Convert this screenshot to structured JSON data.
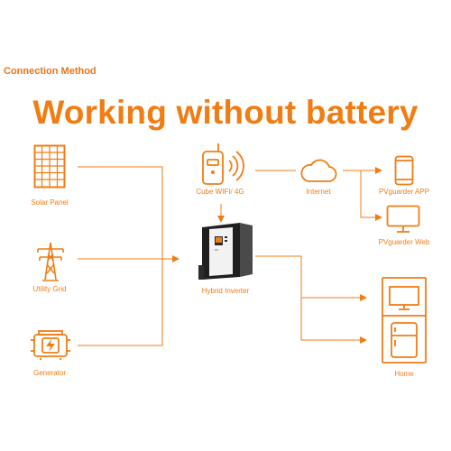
{
  "section_title": "Connection Method",
  "headline": "Working without battery",
  "colors": {
    "accent": "#f07d14",
    "device_dark": "#2b2b2b",
    "line": "#f07d14"
  },
  "nodes": {
    "solar_panel": {
      "label": "Solar Panel",
      "icon": "solar-panel-icon"
    },
    "utility_grid": {
      "label": "Utility Grid",
      "icon": "power-tower-icon"
    },
    "generator": {
      "label": "Generator",
      "icon": "generator-icon"
    },
    "cube_wifi": {
      "label": "Cube WIFI/  4G",
      "icon": "wifi-cube-icon"
    },
    "internet": {
      "label": "Internet",
      "icon": "cloud-icon"
    },
    "pvguarder_app": {
      "label": "PVguarder  APP",
      "icon": "smartphone-icon"
    },
    "pvguarder_web": {
      "label": "PVguarder  Web",
      "icon": "monitor-icon"
    },
    "hybrid_inverter": {
      "label": "Hybrid Inverter",
      "icon": "inverter-icon"
    },
    "home": {
      "label": "Home",
      "icon": "home-appliances-icon"
    }
  }
}
